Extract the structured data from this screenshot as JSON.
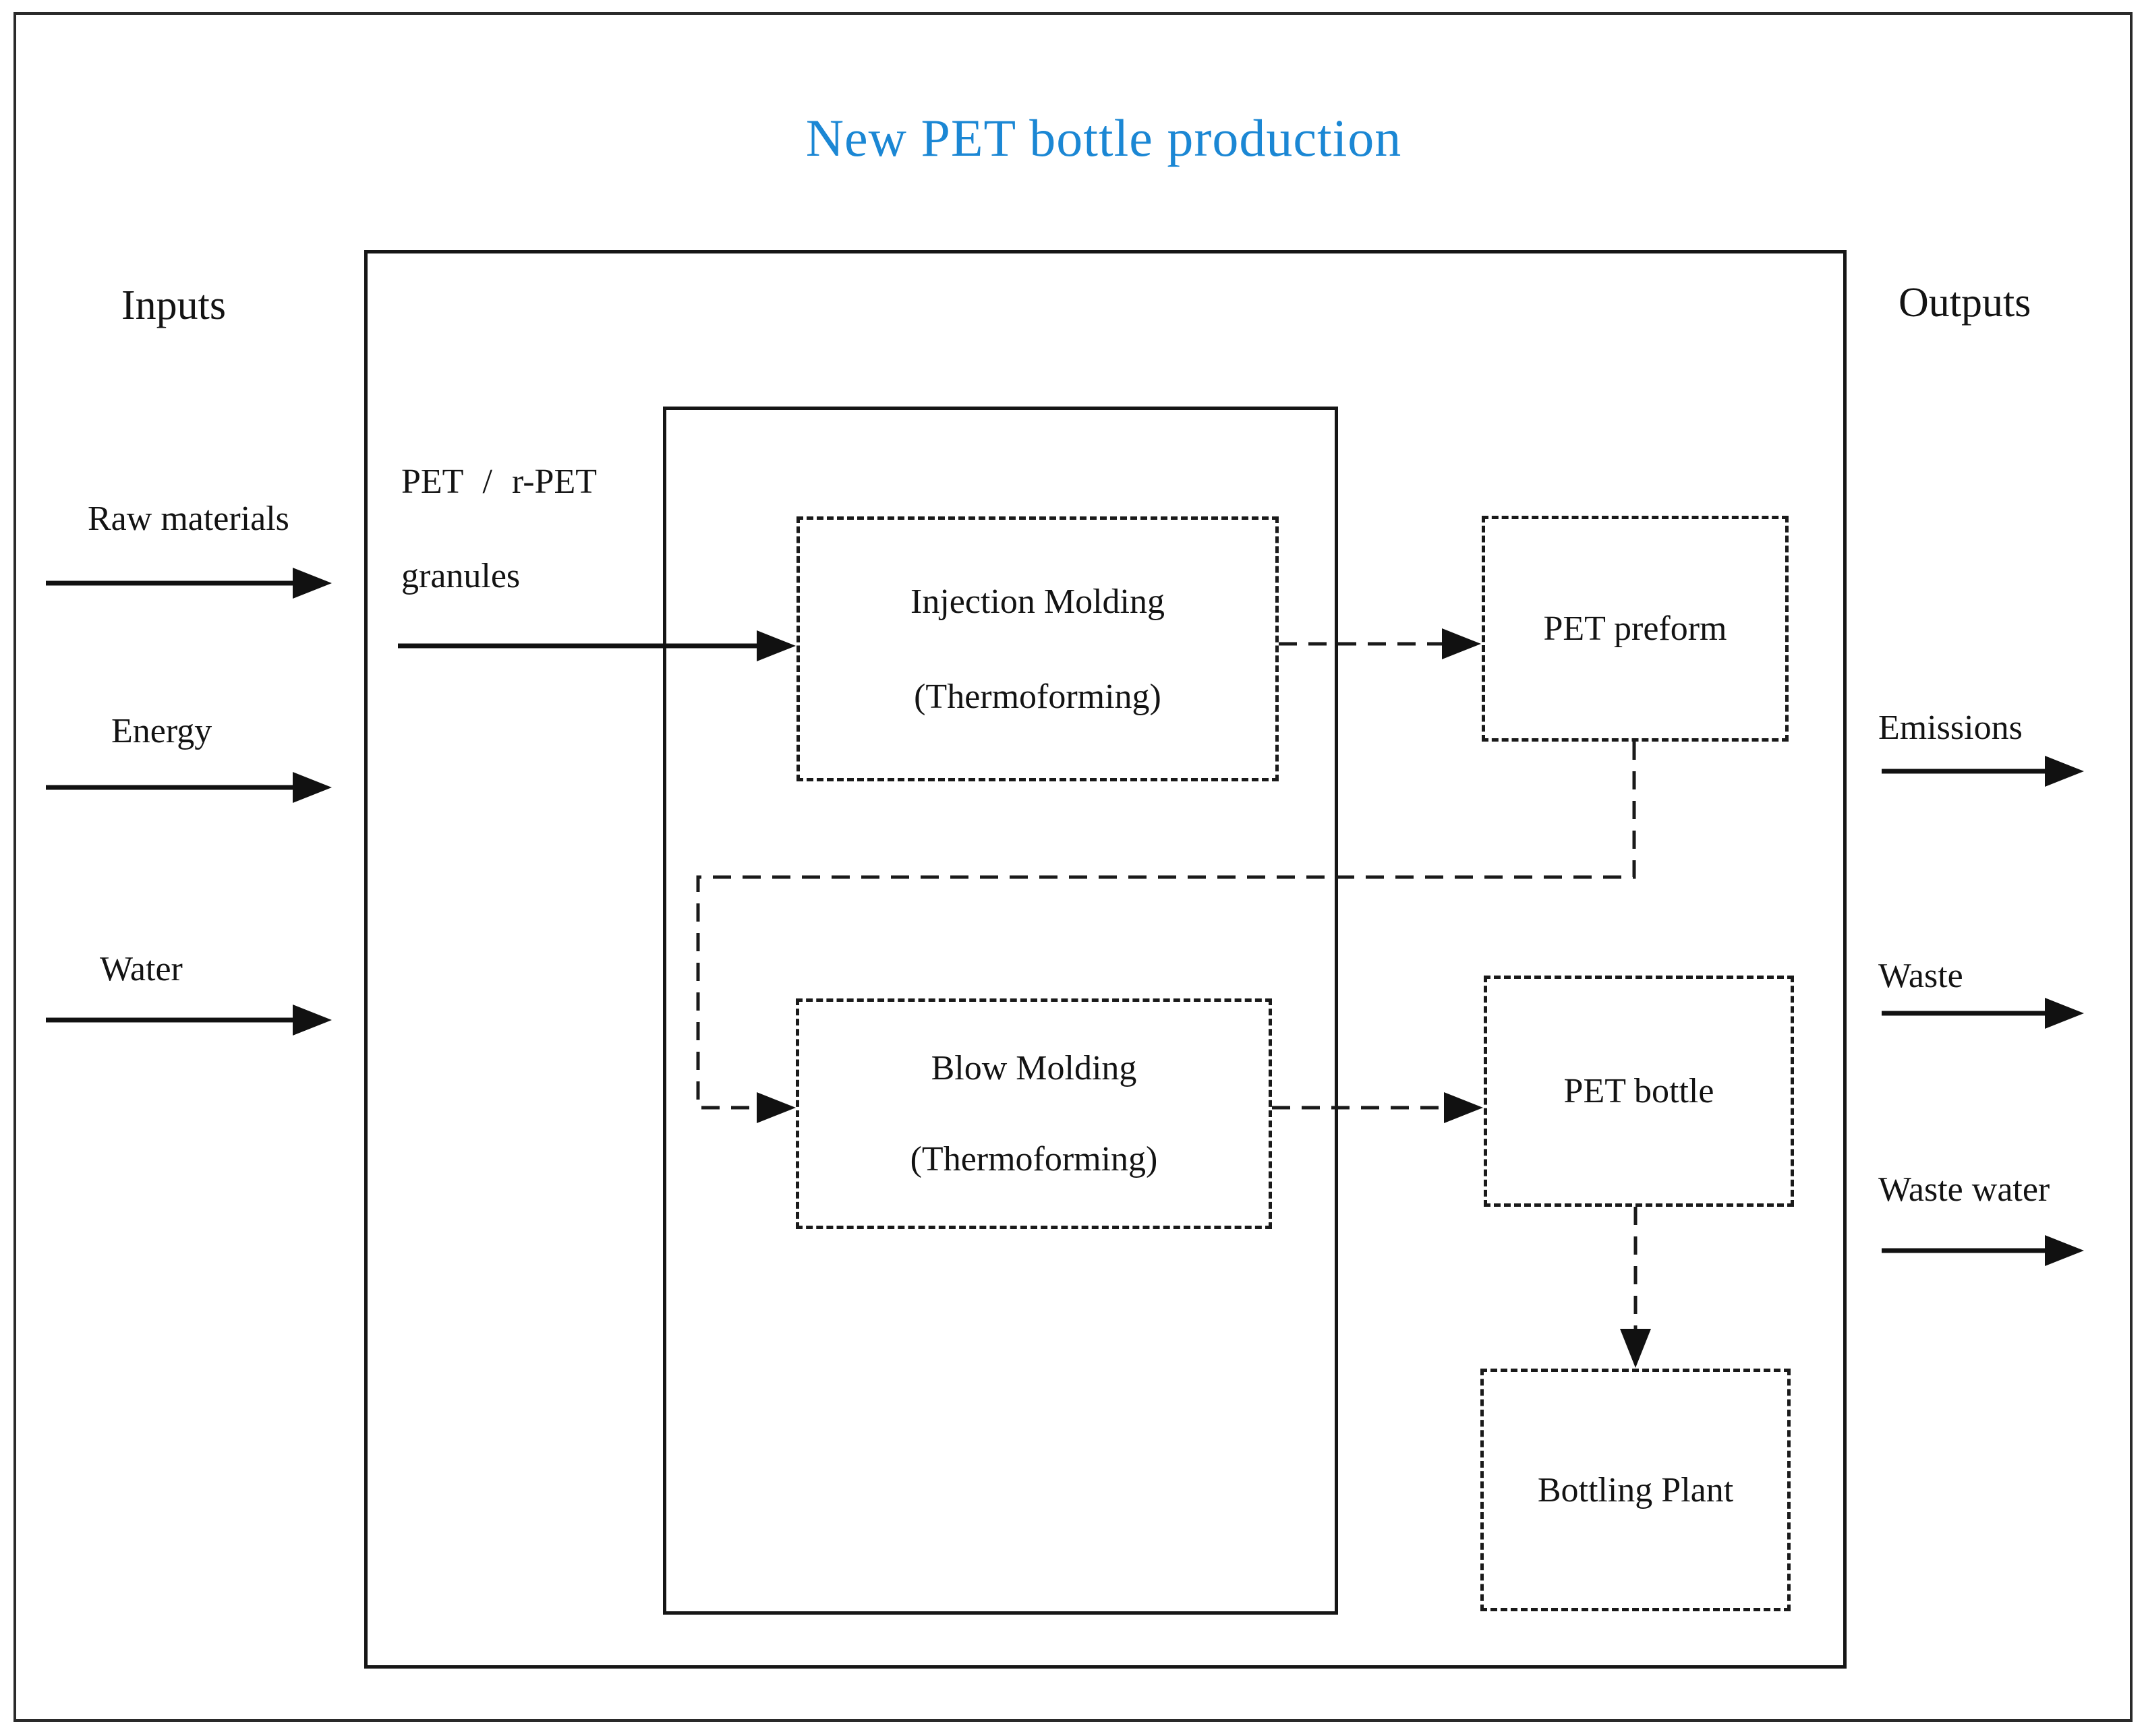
{
  "diagram": {
    "title": "New PET bottle production",
    "colors": {
      "title_accent": "#1b87d4",
      "line": "#161616"
    },
    "inputs": {
      "heading": "Inputs",
      "items": [
        {
          "label": "Raw materials"
        },
        {
          "label": "Energy"
        },
        {
          "label": "Water"
        }
      ]
    },
    "outputs": {
      "heading": "Outputs",
      "items": [
        {
          "label": "Emissions"
        },
        {
          "label": "Waste"
        },
        {
          "label": "Waste water"
        }
      ]
    },
    "feed": {
      "line1": "PET / r-PET",
      "line2": "granules"
    },
    "processes": {
      "injection": {
        "line1": "Injection Molding",
        "line2": "(Thermoforming)"
      },
      "blow": {
        "line1": "Blow Molding",
        "line2": "(Thermoforming)"
      },
      "preform": {
        "label": "PET preform"
      },
      "bottle": {
        "label": "PET bottle"
      },
      "bottling": {
        "label": "Bottling Plant"
      }
    }
  }
}
